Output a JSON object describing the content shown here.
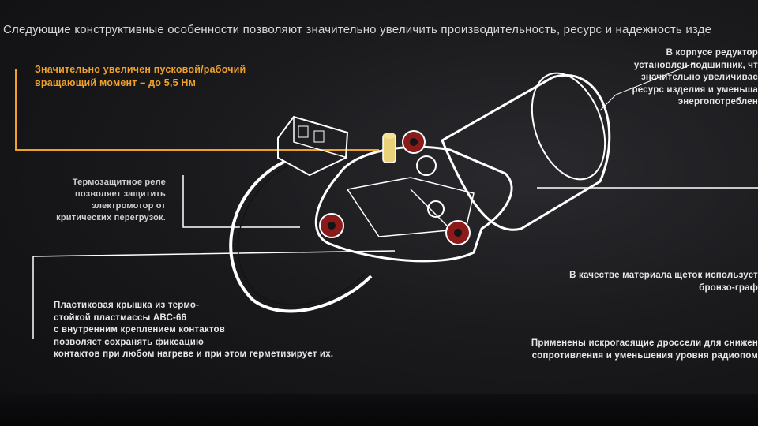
{
  "header": {
    "text": "Следующие конструктивные особенности позволяют значительно увеличить производительность, ресурс и надежность изде"
  },
  "callouts": {
    "torque": "Значительно увеличен пусковой/рабочий\nвращающий момент – до 5,5 Нм",
    "thermal_relay": "Термозащитное реле\nпозволяет защитить\nэлектромотор от\nкритических перегрузок.",
    "plastic_cover": "Пластиковая крышка из термо-\nстойкой пластмассы АВС-66\nс внутренним креплением контактов\nпозволяет сохранять фиксацию\nконтактов при любом нагреве и при этом герметизирует их.",
    "bearing": "В корпусе редуктор\nустановлен подшипник, чт\nзначительно увеличиваc\nресурс изделия и уменьша\nэнергопотреблен",
    "brushes": "В качестве материала щеток использует\nбронзо-граф",
    "chokes": "Применены искрогасящие дроссели для снижен\nсопротивления и уменьшения уровня радиопом"
  },
  "colors": {
    "accent": "#f0a12a",
    "line": "#ffffff",
    "mount": "#8b1a1a"
  }
}
